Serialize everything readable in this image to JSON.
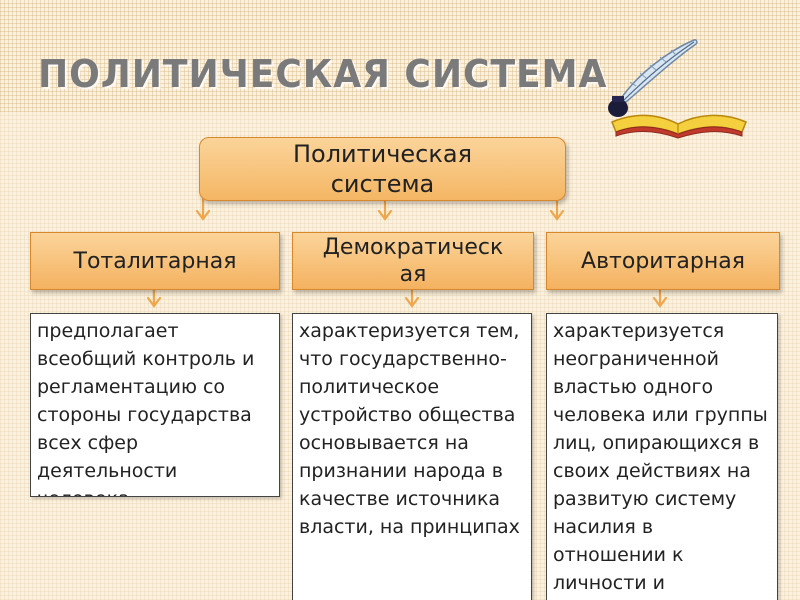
{
  "slide": {
    "title": "ПОЛИТИЧЕСКАЯ СИСТЕМА"
  },
  "root": {
    "line1": "Политическая",
    "line2": "система"
  },
  "branches": [
    {
      "label": "Тоталитарная",
      "description": "предполагает всеобщий контроль и регламентацию со стороны государства всех сфер деятельности человека"
    },
    {
      "label_line1": "Демократическ",
      "label_line2": "ая",
      "description": "характеризуется тем, что государственно-политическое устройство общества основывается на признании народа в качестве источника власти, на принципах"
    },
    {
      "label": "Авторитарная",
      "description": "характеризуется неограниченной властью одного человека или группы лиц, опирающихся в своих действиях на развитую систему насилия в отношении к личности и"
    }
  ],
  "colors": {
    "box_fill_top": "#fbd49a",
    "box_fill_bottom": "#f4b664",
    "box_border": "#d8882a",
    "connector": "#f0a64a",
    "title": "#7a7a7a"
  },
  "icons": {
    "decoration": "quill-and-book-icon"
  }
}
